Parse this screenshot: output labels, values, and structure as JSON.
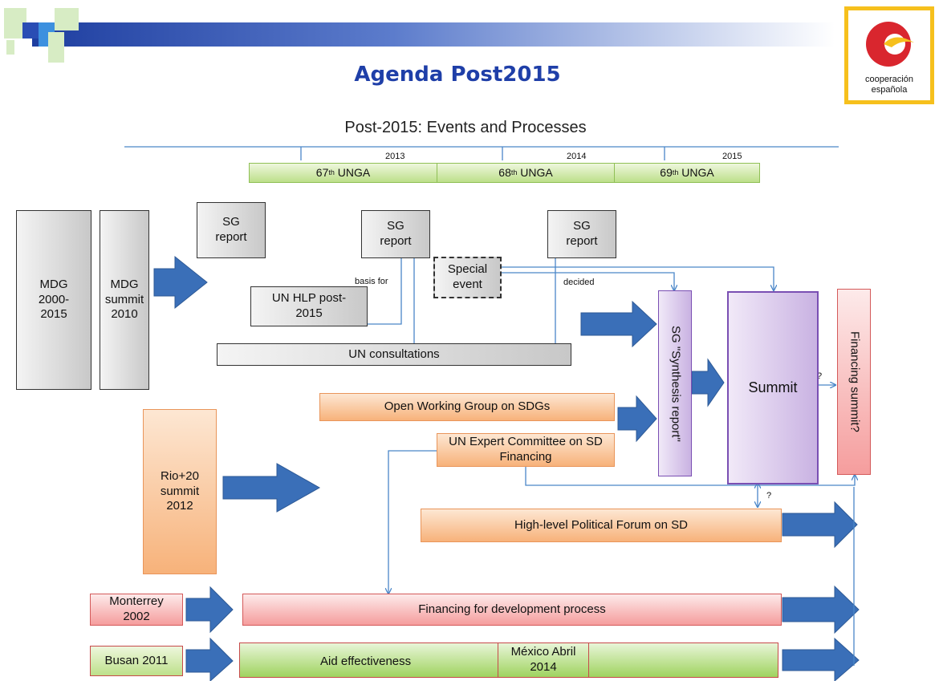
{
  "header": {
    "title": "Agenda Post2015",
    "logo_text_1": "cooperación",
    "logo_text_2": "española"
  },
  "timeline": {
    "heading": "Post-2015: Events and Processes",
    "years": [
      "2013",
      "2014",
      "2015"
    ],
    "sessions": [
      {
        "num": "67",
        "sup": "th",
        "label": "UNGA"
      },
      {
        "num": "68",
        "sup": "th",
        "label": "UNGA"
      },
      {
        "num": "69",
        "sup": "th",
        "label": "UNGA"
      }
    ]
  },
  "boxes": {
    "mdg": "MDG 2000-2015",
    "mdg_summit": "MDG summit 2010",
    "sg_report_1": "SG report",
    "sg_report_2": "SG report",
    "sg_report_3": "SG report",
    "special_event": "Special event",
    "un_hlp": "UN HLP post-2015",
    "un_consultations": "UN consultations",
    "synthesis_report": "SG \"Synthesis report\"",
    "summit": "Summit",
    "financing_summit": "Financing summit?",
    "owg": "Open Working Group on SDGs",
    "expert_committee": "UN Expert Committee on SD Financing",
    "rio": "Rio+20 summit 2012",
    "hlpf": "High-level Political Forum on SD",
    "monterrey": "Monterrey 2002",
    "ffd": "Financing for development process",
    "busan": "Busan 2011",
    "aid": "Aid effectiveness",
    "mexico": "México Abril 2014"
  },
  "annotations": {
    "basis_for": "basis for",
    "decided": "decided",
    "q1": "?",
    "q2": "?"
  },
  "colors": {
    "title_blue": "#1f3fa8",
    "arrow_blue": "#3a6fb8",
    "line_blue": "#4a86c8",
    "logo_red": "#d9262e",
    "logo_yellow": "#f6c01d"
  }
}
